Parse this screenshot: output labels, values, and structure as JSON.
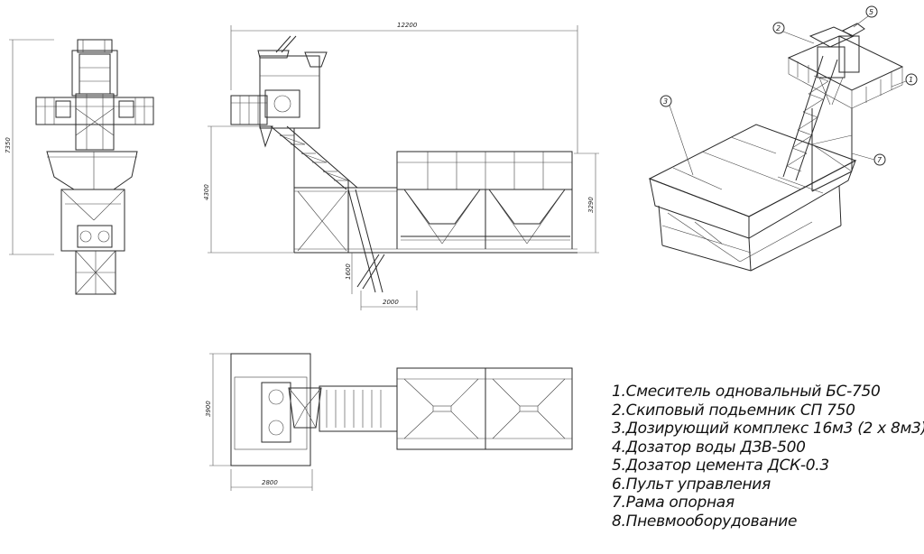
{
  "dimensions": {
    "total_length": "12200",
    "height_front": "7350",
    "height_side": "4300",
    "bin_height": "3290",
    "conveyor_height": "1600",
    "conveyor_length": "2000",
    "plan_width": "3900",
    "plan_length": "2800"
  },
  "callouts": [
    "2",
    "5",
    "3",
    "1",
    "7"
  ],
  "legend": [
    "1.Смеситель одновальный БС-750",
    "2.Скиповый подьемник СП 750",
    "3.Дозирующий комплекс 16м3 (2 х 8м3)",
    "4.Дозатор воды ДЗВ-500",
    "5.Дозатор цемента ДСК-0.3",
    "6.Пульт управления",
    "7.Рама опорная",
    "8.Пневмооборудование"
  ]
}
